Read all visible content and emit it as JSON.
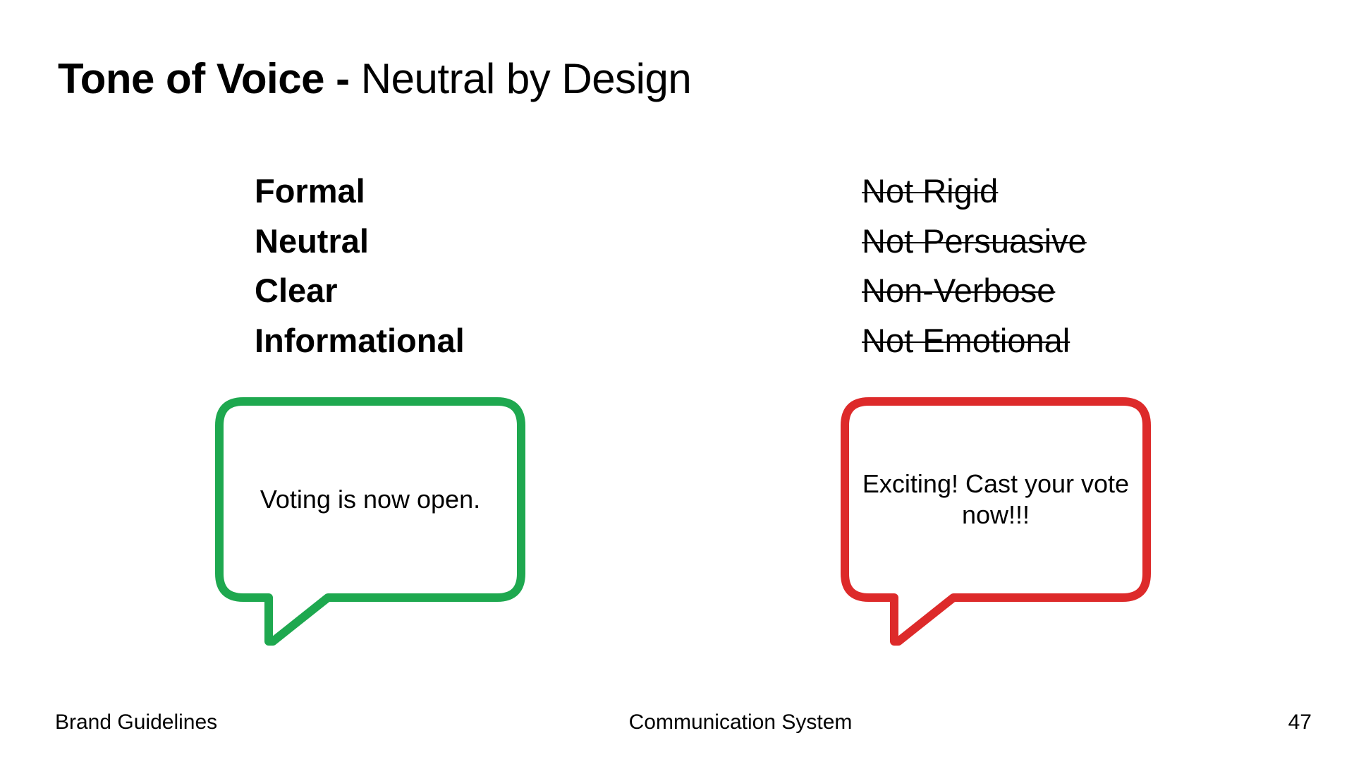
{
  "slide": {
    "title_bold": "Tone of Voice -",
    "title_rest": "Neutral by Design"
  },
  "traits": {
    "do": [
      "Formal",
      "Neutral",
      "Clear",
      "Informational"
    ],
    "dont": [
      "Not Rigid",
      "Not Persuasive",
      "Non-Verbose",
      "Not Emotional"
    ]
  },
  "examples": {
    "good": {
      "text": "Voting is now open.",
      "color": "#1ea84f"
    },
    "bad": {
      "text": "Exciting! Cast your vote now!!!",
      "color": "#dd2a2a"
    }
  },
  "footer": {
    "left": "Brand Guidelines",
    "center": "Communication System",
    "page_number": "47"
  }
}
